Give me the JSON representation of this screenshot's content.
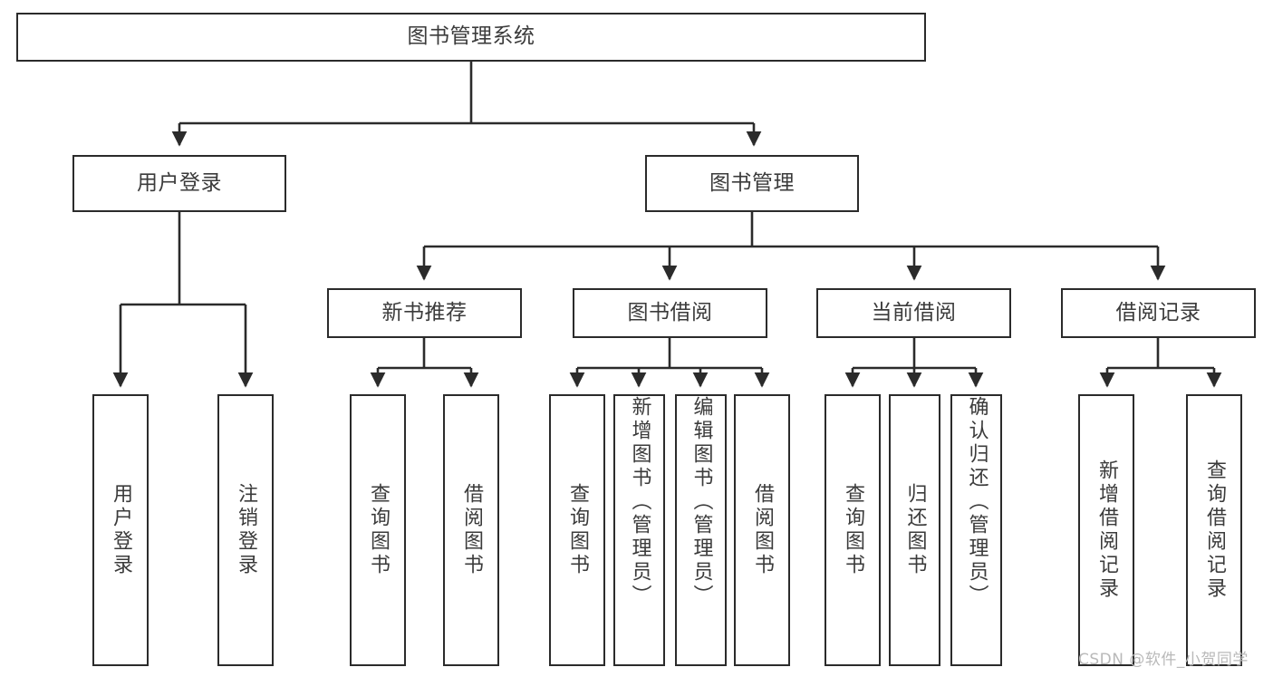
{
  "diagram": {
    "title": "图书管理系统",
    "type": "tree-hierarchy-diagram",
    "watermark": "CSDN @软件_小贺同学",
    "colors": {
      "box_border": "#2b2b2b",
      "box_fill": "#ffffff",
      "text": "#3b3b3b",
      "edge": "#2b2b2b",
      "watermark": "#b9b9b9",
      "background": "#ffffff"
    },
    "nodes": {
      "root": {
        "label": "图书管理系统"
      },
      "level1": [
        {
          "id": "user-login",
          "label": "用户登录"
        },
        {
          "id": "book-manage",
          "label": "图书管理"
        }
      ],
      "level2": [
        {
          "id": "new-book-recommend",
          "label": "新书推荐"
        },
        {
          "id": "book-borrow",
          "label": "图书借阅"
        },
        {
          "id": "current-borrow",
          "label": "当前借阅"
        },
        {
          "id": "borrow-record",
          "label": "借阅记录"
        }
      ],
      "leaves": {
        "user_login": [
          {
            "id": "leaf-user-login",
            "label": "用户登录"
          },
          {
            "id": "leaf-user-logout",
            "label": "注销登录"
          }
        ],
        "new_book_recommend": [
          {
            "id": "leaf-query-book-1",
            "label": "查询图书"
          },
          {
            "id": "leaf-borrow-book-1",
            "label": "借阅图书"
          }
        ],
        "book_borrow": [
          {
            "id": "leaf-query-book-2",
            "label": "查询图书"
          },
          {
            "id": "leaf-add-book",
            "label": "新增图书（管理员）"
          },
          {
            "id": "leaf-edit-book",
            "label": "编辑图书（管理员）"
          },
          {
            "id": "leaf-borrow-book-2",
            "label": "借阅图书"
          }
        ],
        "current_borrow": [
          {
            "id": "leaf-query-book-3",
            "label": "查询图书"
          },
          {
            "id": "leaf-return-book",
            "label": "归还图书"
          },
          {
            "id": "leaf-confirm-return",
            "label": "确认归还（管理员）"
          }
        ],
        "borrow_record": [
          {
            "id": "leaf-add-record",
            "label": "新增借阅记录"
          },
          {
            "id": "leaf-query-record",
            "label": "查询借阅记录"
          }
        ]
      }
    }
  }
}
